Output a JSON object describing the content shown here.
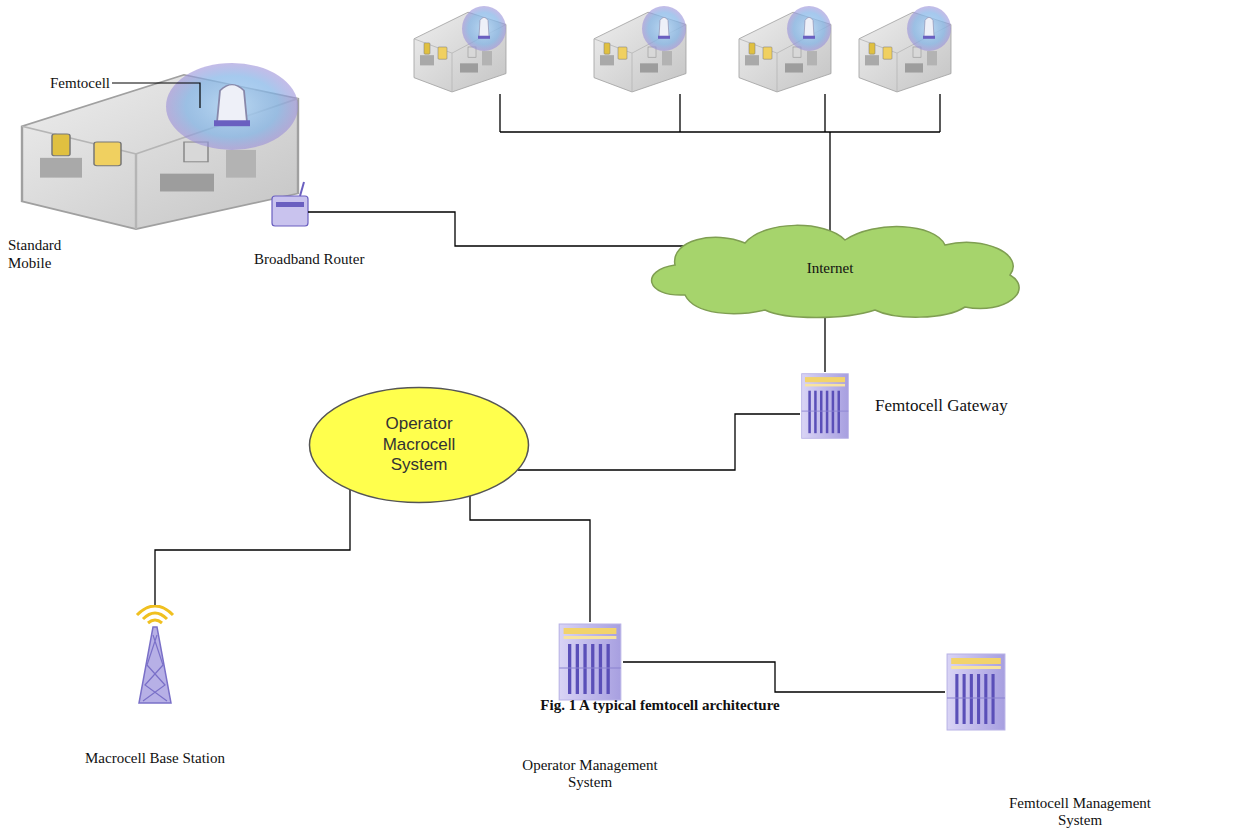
{
  "diagram": {
    "caption": "Fig. 1 A typical femtocell architecture",
    "nodes": [
      {
        "text": [
          "Internet"
        ]
      },
      {
        "text": [
          "Femtocell Gateway"
        ]
      },
      {
        "text": [
          "Operator Macrocell System"
        ]
      },
      {
        "text": [
          "Macrocell Base Station"
        ]
      },
      {
        "text": [
          "Operator Management System"
        ]
      },
      {
        "text": [
          "Femtocell Management System"
        ]
      }
    ],
    "edges": [
      {
        "from": 0,
        "to": 1,
        "arrow": "none"
      },
      {
        "from": 1,
        "to": 2,
        "arrow": "none"
      },
      {
        "from": 2,
        "to": 3,
        "arrow": "none"
      },
      {
        "from": 2,
        "to": 4,
        "arrow": "none"
      },
      {
        "from": 4,
        "to": 5,
        "arrow": "none"
      }
    ],
    "labels": [
      "Femtocell",
      "Standard Mobile",
      "Broadband Router"
    ]
  }
}
